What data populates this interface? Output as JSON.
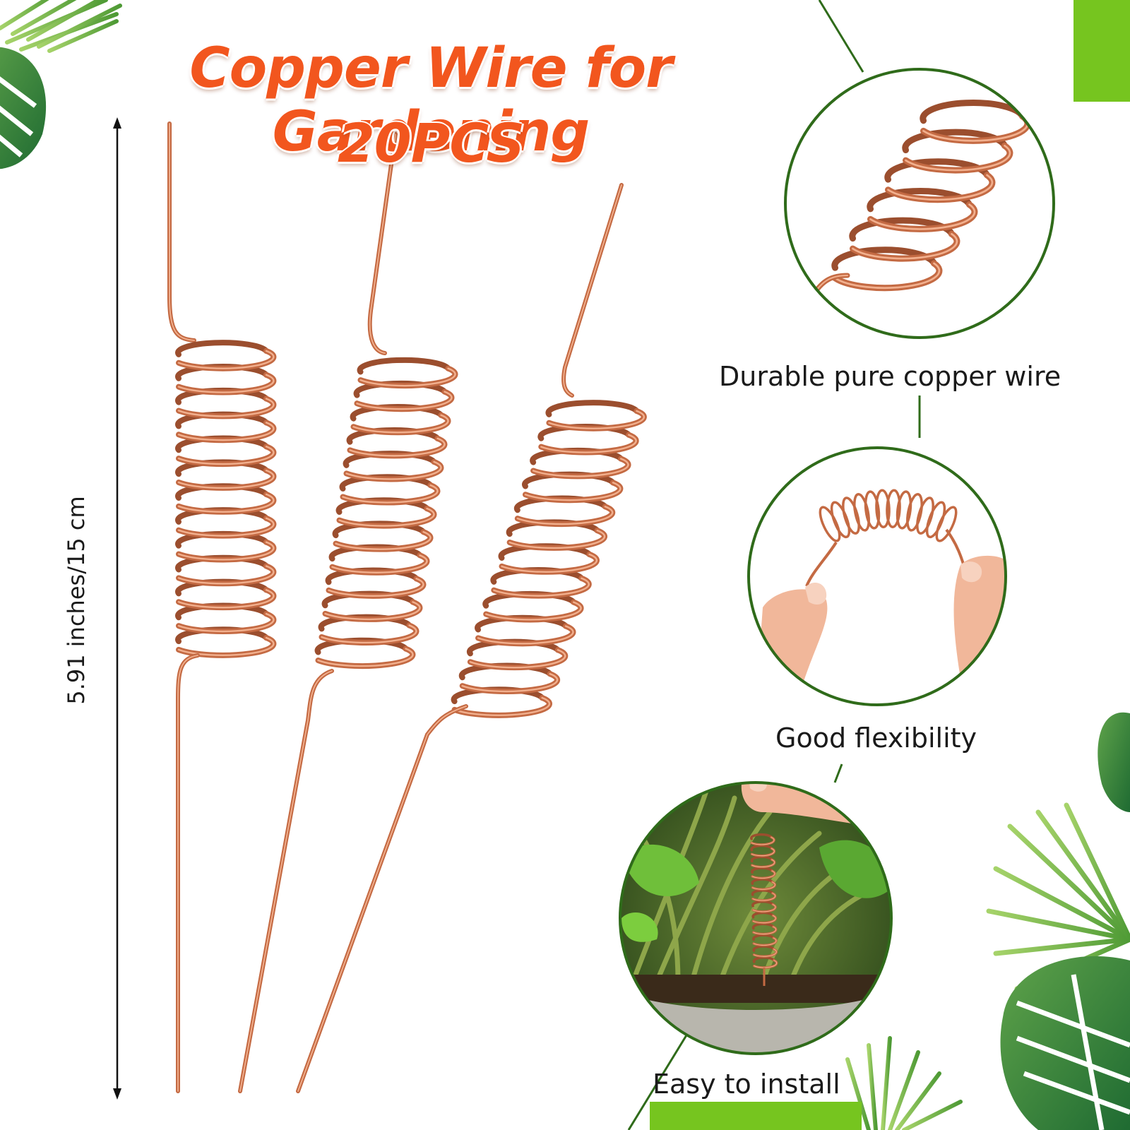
{
  "title": {
    "line1": "Copper Wire for Gardening",
    "line2": "20PCS",
    "color": "#f2561e"
  },
  "dimension": {
    "label": "5.91 inches/15 cm"
  },
  "features": {
    "durable": "Durable pure copper wire",
    "flexibility": "Good flexibility",
    "install": "Easy to install"
  },
  "colors": {
    "copper": "#c46a43",
    "copper_highlight": "#f2b08e",
    "accent_green": "#76c51f",
    "circle_border": "#2f6b1a"
  }
}
